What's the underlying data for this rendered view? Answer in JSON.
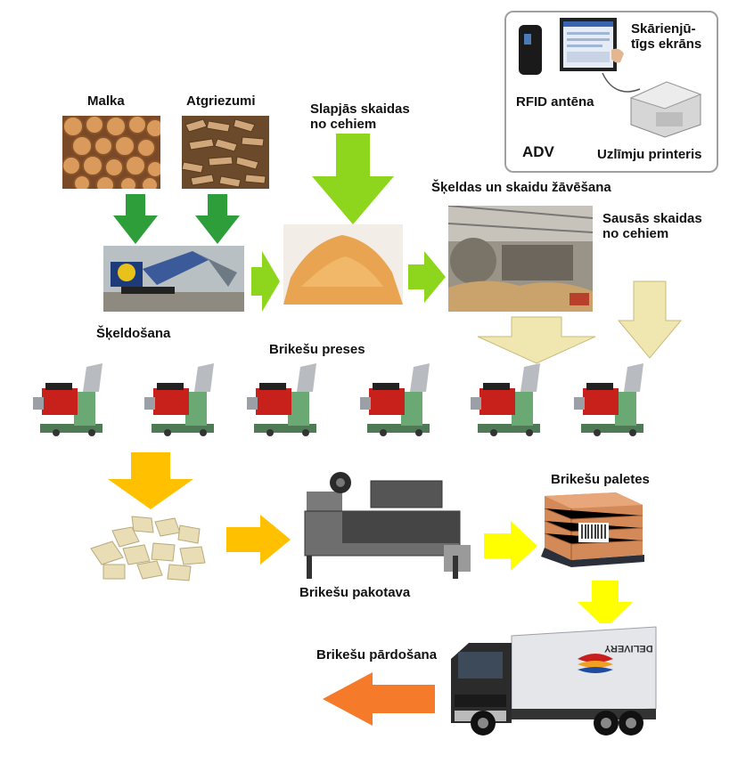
{
  "labels": {
    "malka": "Malka",
    "atgriezumi": "Atgriezumi",
    "slapjas_skaidas": "Slapjās skaidas\nno cehiem",
    "skeldosana": "Šķeldošana",
    "zavesana": "Šķeldas un skaidu žāvēšana",
    "sausas_skaidas": "Sausās skaidas\nno cehiem",
    "preses": "Brikešu preses",
    "paletes": "Brikešu paletes",
    "pakotava": "Brikešu pakotava",
    "pardosana": "Brikešu pārdošana"
  },
  "adv_panel": {
    "touchscreen": "Skārienjū-\ntīgs ekrāns",
    "rfid": "RFID antēna",
    "adv": "ADV",
    "printer": "Uzlīmju printeris"
  },
  "truck_text": "DELIVERY",
  "colors": {
    "green_dark": "#2e9e3a",
    "green_light": "#8ed61e",
    "beige": "#efe6b0",
    "orange_yellow": "#ffc000",
    "yellow": "#ffff00",
    "orange": "#f57a2a"
  }
}
